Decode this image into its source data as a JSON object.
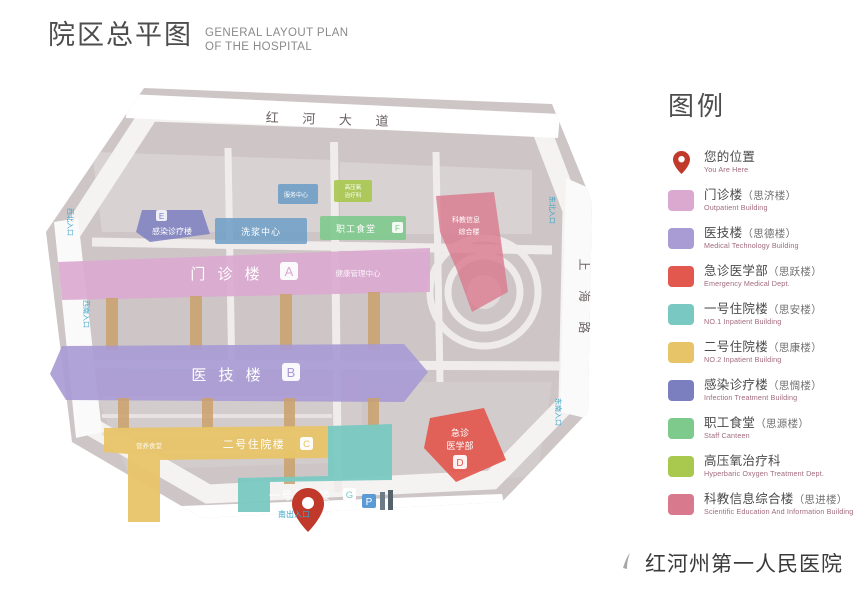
{
  "header": {
    "title_cn": "院区总平图",
    "title_en_line1": "GENERAL LAYOUT PLAN",
    "title_en_line2": "OF THE HOSPITAL"
  },
  "legend": {
    "title": "图例",
    "items": [
      {
        "icon": "map-pin-icon",
        "color": "#c0392b",
        "cn": "您的位置",
        "alias": "",
        "en": "You Are Here"
      },
      {
        "icon": "color-swatch",
        "color": "#dba9d0",
        "cn": "门诊楼",
        "alias": "（思济楼）",
        "en": "Outpatient Building"
      },
      {
        "icon": "color-swatch",
        "color": "#a99bd4",
        "cn": "医技楼",
        "alias": "（思德楼）",
        "en": "Medical Technology Building"
      },
      {
        "icon": "color-swatch",
        "color": "#e2584f",
        "cn": "急诊医学部",
        "alias": "（思跃楼）",
        "en": "Emergency Medical Dept."
      },
      {
        "icon": "color-swatch",
        "color": "#79c9c2",
        "cn": "一号住院楼",
        "alias": "（思安楼）",
        "en": "NO.1 Inpatient Building"
      },
      {
        "icon": "color-swatch",
        "color": "#e8c468",
        "cn": "二号住院楼",
        "alias": "（思康楼）",
        "en": "NO.2 Inpatient Building"
      },
      {
        "icon": "color-swatch",
        "color": "#7b7fc0",
        "cn": "感染诊疗楼",
        "alias": "（思惆楼）",
        "en": "Infection Treatment Building"
      },
      {
        "icon": "color-swatch",
        "color": "#7ec98c",
        "cn": "职工食堂",
        "alias": "（思源楼）",
        "en": "Staff Canteen"
      },
      {
        "icon": "color-swatch",
        "color": "#a8c84e",
        "cn": "高压氧治疗科",
        "alias": "",
        "en": "Hyperbaric Oxygen Treatment Dept."
      },
      {
        "icon": "color-swatch",
        "color": "#d9798e",
        "cn": "科教信息综合楼",
        "alias": "（思进楼）",
        "en": "Scientific Education And Information Building"
      }
    ]
  },
  "map": {
    "roads": {
      "north": "红 河 大 道",
      "east": "上 海 路"
    },
    "entrances": [
      {
        "name": "west-entrance-north",
        "label": "西北入口"
      },
      {
        "name": "west-entrance-south",
        "label": "西南入口"
      },
      {
        "name": "east-entrance-north",
        "label": "东北入口"
      },
      {
        "name": "east-entrance-south",
        "label": "东南入口"
      },
      {
        "name": "south-entrance",
        "label": "南出入口"
      }
    ],
    "buildings": [
      {
        "name": "outpatient-building",
        "label": "门 诊 楼",
        "marker": "A",
        "color": "#dba9d0",
        "sub": "健康管理中心"
      },
      {
        "name": "medical-tech-building",
        "label": "医 技 楼",
        "marker": "B",
        "color": "#a99bd4",
        "sub": ""
      },
      {
        "name": "inpatient-building-2",
        "label": "二号住院楼",
        "marker": "C",
        "color": "#e8c468",
        "sub": "营养食堂"
      },
      {
        "name": "emergency-dept",
        "label": "急诊\n医学部",
        "marker": "D",
        "color": "#e2584f",
        "sub": ""
      },
      {
        "name": "infection-building",
        "label": "感染诊疗楼",
        "marker": "E",
        "color": "#7b7fc0",
        "sub": ""
      },
      {
        "name": "inpatient-building-1",
        "label": "一号住院楼",
        "marker": "G",
        "color": "#79c9c2",
        "sub": ""
      },
      {
        "name": "laundry-center",
        "label": "洗浆中心",
        "marker": "",
        "color": "#6f9fc7",
        "sub": ""
      },
      {
        "name": "staff-canteen",
        "label": "职工食堂",
        "marker": "F",
        "color": "#7ec98c",
        "sub": ""
      },
      {
        "name": "science-education-building",
        "label": "科教信息\n综合楼",
        "marker": "",
        "color": "#d9798e",
        "sub": ""
      },
      {
        "name": "hyperbaric-oxygen-dept",
        "label": "高压氧\n治疗科",
        "marker": "",
        "color": "#a8c84e",
        "sub": ""
      },
      {
        "name": "small-service-block",
        "label": "服务中心",
        "marker": "",
        "color": "#6f9fc7",
        "sub": ""
      }
    ],
    "you_are_here_marker": "您的位置"
  },
  "brand": {
    "name": "红河州第一人民医院"
  }
}
